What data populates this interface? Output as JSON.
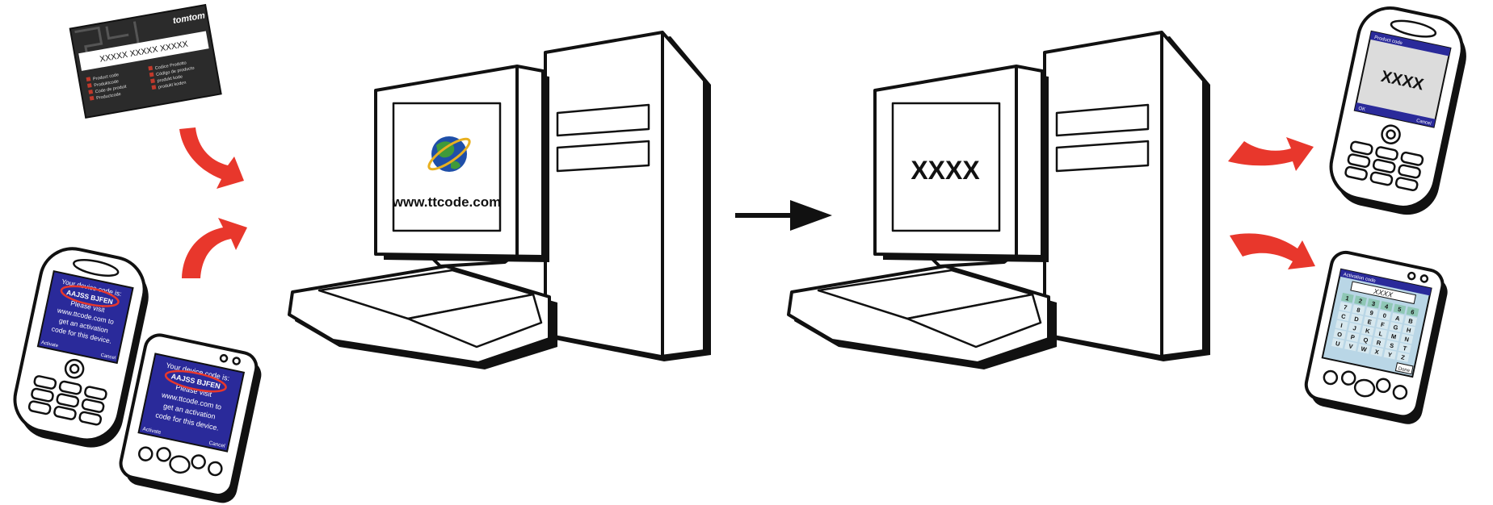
{
  "card": {
    "brand": "tomtom",
    "code": "XXXXX XXXXX XXXXX",
    "labels_left": [
      "Product code",
      "Produktcode",
      "Code de produit",
      "Productcode"
    ],
    "labels_right": [
      "Codice Prodotto",
      "Código de producto",
      "produkt kode",
      "produkt koden"
    ]
  },
  "phone_left": {
    "lines": [
      "Your device code is:",
      "AAJSS BJFEN",
      "Please visit",
      "www.ttcode.com to",
      "get an activation",
      "code for this device."
    ],
    "soft_left": "Activate",
    "soft_right": "Cancel"
  },
  "pda_left": {
    "lines": [
      "Your device code is:",
      "AAJSS BJFEN",
      "Please visit",
      "www.ttcode.com to",
      "get an activation",
      "code for this device."
    ],
    "soft_left": "Activate",
    "soft_right": "Cancel"
  },
  "computer_left": {
    "url": "www.ttcode.com"
  },
  "computer_right": {
    "code": "XXXX"
  },
  "phone_right": {
    "title": "Product code",
    "code": "XXXX",
    "soft_left": "OK",
    "soft_right": "Cancel"
  },
  "pda_right": {
    "title": "Activation code",
    "code": "XXXX",
    "keys": [
      "1",
      "2",
      "3",
      "4",
      "5",
      "6",
      "7",
      "8",
      "9",
      "0",
      "A",
      "B",
      "C",
      "D",
      "E",
      "F",
      "G",
      "H",
      "I",
      "J",
      "K",
      "L",
      "M",
      "N",
      "O",
      "P",
      "Q",
      "R",
      "S",
      "T",
      "U",
      "V",
      "W",
      "X",
      "Y",
      "Z"
    ],
    "done": "Done"
  },
  "colors": {
    "arrow_red": "#e8372c",
    "screen_blue": "#2a2a9a",
    "outline": "#111111",
    "card_dark": "#2b2b2b"
  }
}
